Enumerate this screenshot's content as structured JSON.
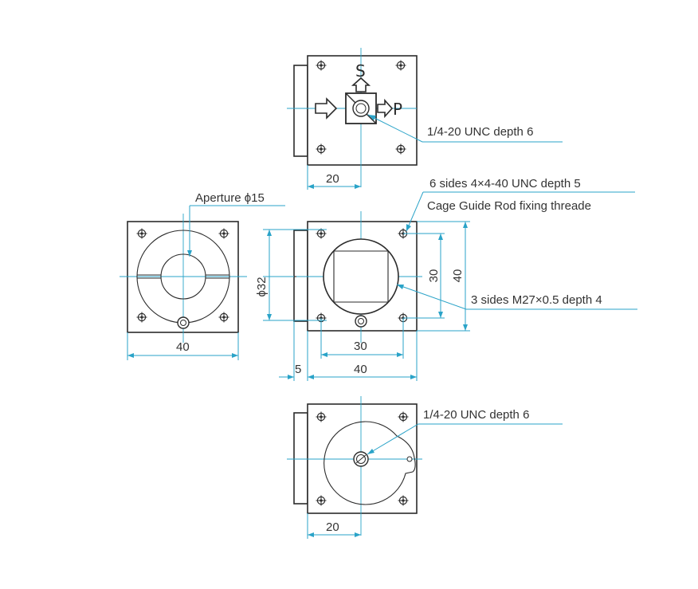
{
  "top_view": {
    "label_s": "S",
    "label_p": "P",
    "note_mount": "1/4-20 UNC depth 6",
    "dim_offset": "20"
  },
  "side_view": {
    "aperture_label": "Aperture ϕ15",
    "dim_width": "40"
  },
  "front_view": {
    "note_cage_thread": "6 sides 4×4-40 UNC depth 5",
    "note_cage_rod": "Cage Guide Rod fixing threade",
    "note_m27": "3 sides M27×0.5 depth 4",
    "dim_phi32": "ϕ32",
    "dim_30_v": "30",
    "dim_40_v": "40",
    "dim_30_h": "30",
    "dim_5": "5",
    "dim_40_h": "40"
  },
  "bottom_view": {
    "note_mount": "1/4-20 UNC depth 6",
    "dim_offset": "20"
  },
  "colors": {
    "outline": "#2b2b2b",
    "dimension": "#2aa3c8",
    "text": "#333333"
  }
}
